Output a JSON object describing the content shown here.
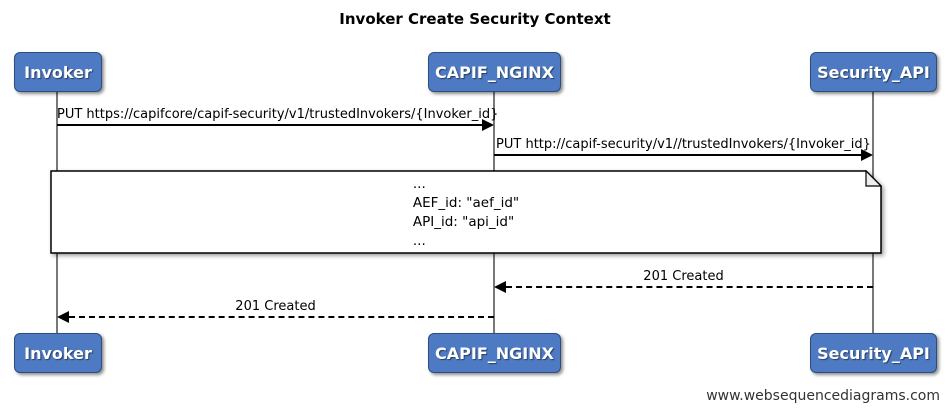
{
  "title": "Invoker Create Security Context",
  "footer": "www.websequencediagrams.com",
  "colors": {
    "actor_fill": "#4d7ac2",
    "actor_border": "#2e4d7f",
    "actor_text": "#ffffff",
    "lifeline": "#787878",
    "arrow": "#000000",
    "note_fill": "#ffffff",
    "note_border": "#000000"
  },
  "actors": [
    {
      "id": "invoker",
      "label": "Invoker"
    },
    {
      "id": "capif-nginx",
      "label": "CAPIF_NGINX"
    },
    {
      "id": "security-api",
      "label": "Security_API"
    }
  ],
  "messages": [
    {
      "label": "PUT https://capifcore/capif-security/v1/trustedInvokers/{Invoker_id}",
      "from": "Invoker",
      "to": "CAPIF_NGINX",
      "style": "solid"
    },
    {
      "label": "PUT http://capif-security/v1//trustedInvokers/{Invoker_id}",
      "from": "CAPIF_NGINX",
      "to": "Security_API",
      "style": "solid"
    },
    {
      "label": "201 Created",
      "from": "Security_API",
      "to": "CAPIF_NGINX",
      "style": "dashed"
    },
    {
      "label": "201 Created",
      "from": "CAPIF_NGINX",
      "to": "Invoker",
      "style": "dashed"
    }
  ],
  "note": {
    "lines": [
      "...",
      "AEF_id: \"aef_id\"",
      "API_id: \"api_id\"",
      "..."
    ]
  }
}
